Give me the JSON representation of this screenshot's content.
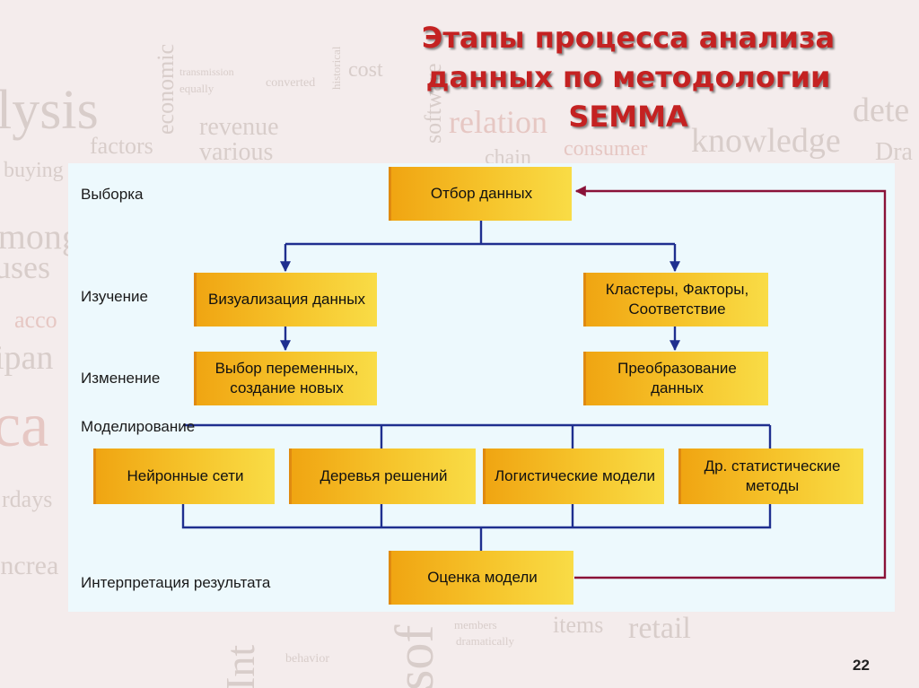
{
  "slide": {
    "title_lines": [
      "Этапы процесса анализа",
      "данных по методологии",
      "SEMMA"
    ],
    "page_number": "22"
  },
  "stage_labels": {
    "sample": "Выборка",
    "explore": "Изучение",
    "modify": "Изменение",
    "model": "Моделирование",
    "assess": "Интерпретация результата"
  },
  "boxes": {
    "data_selection": "Отбор данных",
    "visualization": "Визуализация данных",
    "clusters": "Кластеры, Факторы, Соответствие",
    "variable_selection": "Выбор переменных, создание новых",
    "transformation": "Преобразование данных",
    "neural_nets": "Нейронные сети",
    "decision_trees": "Деревья решений",
    "logistic_models": "Логистические модели",
    "stat_methods": "Др. статистические методы",
    "model_evaluation": "Оценка модели"
  },
  "background_words": [
    "lysis",
    "economic",
    "revenue",
    "various",
    "factors",
    "buying",
    "cost",
    "relation",
    "knowledge",
    "consumer",
    "chain",
    "dete",
    "Dra",
    "among",
    "uses",
    "acco",
    "ipan",
    "ca",
    "rdays",
    "increa",
    "sof",
    "Int",
    "items",
    "retail",
    "behavior",
    "dramatically",
    "members",
    "converted",
    "equally",
    "transmission",
    "historical",
    "software"
  ],
  "colors": {
    "title": "#c42222",
    "arrow_blue": "#1f2f8f",
    "loop_red": "#8a1238",
    "box_orange": "#f0a512",
    "box_yellow": "#f9dc46",
    "panel": "#edf9fd"
  }
}
